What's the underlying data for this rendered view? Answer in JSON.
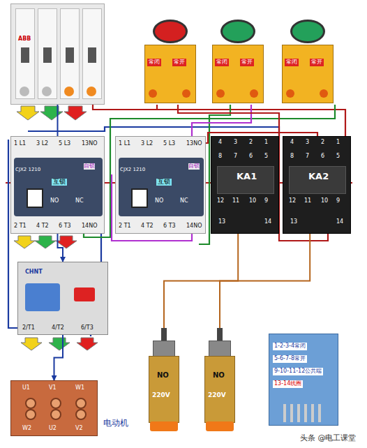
{
  "diagram": {
    "nodes": [
      {
        "text": [
          "ABB"
        ]
      },
      {
        "text": [
          "常闭",
          "常开"
        ]
      },
      {
        "text": [
          "常闭",
          "常开"
        ]
      },
      {
        "text": [
          "常闭",
          "常开"
        ]
      },
      {
        "text": [
          "1 L1",
          "3 L2",
          "5 L3",
          "13NO",
          "CJX2 1210",
          "互锁",
          "NO",
          "NC",
          "自锁",
          "2 T1",
          "4 T2",
          "6 T3",
          "14NO"
        ]
      },
      {
        "text": [
          "1 L1",
          "3 L2",
          "5 L3",
          "13NO",
          "CJX2 1210",
          "互锁",
          "NO",
          "NC",
          "自锁",
          "2 T1",
          "4 T2",
          "6 T3",
          "14NO"
        ]
      },
      {
        "text": [
          "KA1",
          "4",
          "3",
          "2",
          "1",
          "8",
          "7",
          "6",
          "5",
          "12",
          "11",
          "10",
          "9",
          "13",
          "14"
        ]
      },
      {
        "text": [
          "KA2",
          "4",
          "3",
          "2",
          "1",
          "8",
          "7",
          "6",
          "5",
          "12",
          "11",
          "10",
          "9",
          "13",
          "14"
        ]
      },
      {
        "text": [
          "CHNT",
          "2/T1",
          "4/T2",
          "6/T3"
        ]
      },
      {
        "text": [
          "U1",
          "V1",
          "W1",
          "W2",
          "U2",
          "V2"
        ]
      },
      {
        "text": [
          "NO",
          "220V"
        ]
      },
      {
        "text": [
          "NO",
          "220V"
        ]
      },
      {
        "text": [
          "1-2-3-4常闭",
          "5-6-7-8常开",
          "9-10-11-12公共端",
          "13-14线圈"
        ]
      }
    ],
    "edges": [
      {
        "from": 0,
        "to": 4,
        "arrow": "none"
      },
      {
        "from": 4,
        "to": 8,
        "arrow": "to"
      },
      {
        "from": 8,
        "to": 9,
        "arrow": "to"
      },
      {
        "from": 10,
        "to": 6,
        "arrow": "none"
      },
      {
        "from": 11,
        "to": 7,
        "arrow": "none"
      }
    ],
    "labels": [
      "电动机",
      "头条 @电工课堂"
    ]
  }
}
